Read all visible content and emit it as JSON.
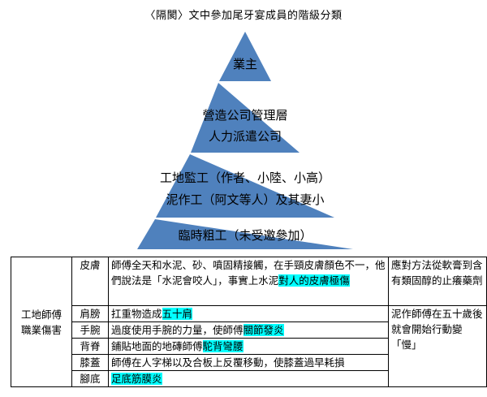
{
  "title": "〈隔閡〉文中參加尾牙宴成員的階級分類",
  "pyramid": {
    "fill_color": "#4f81bd",
    "levels": [
      {
        "lines": [
          "業主"
        ]
      },
      {
        "lines": [
          "營造公司管理層",
          "人力派遣公司"
        ]
      },
      {
        "lines": [
          "工地監工（作者、小陸、小高）",
          "泥作工（阿文等人）及其妻小"
        ]
      },
      {
        "lines": [
          "臨時粗工（未受邀參加）"
        ]
      }
    ]
  },
  "table": {
    "highlight_color": "#00ffff",
    "category": [
      "工地師傅",
      "職業傷害"
    ],
    "rows": [
      {
        "part": "皮膚",
        "desc_pre": "師傅全天和水泥、砂、噴固精接觸，在手頸皮膚顏色不一，他們說法是「水泥會咬人」，事實上水泥",
        "desc_hl": "對人的皮膚極傷",
        "desc_post": ""
      },
      {
        "part": "肩膀",
        "desc_pre": "扛重物造成",
        "desc_hl": "五十肩",
        "desc_post": ""
      },
      {
        "part": "手腕",
        "desc_pre": "過度使用手腕的力量，使師傅",
        "desc_hl": "關節發炎",
        "desc_post": ""
      },
      {
        "part": "背脊",
        "desc_pre": "鋪貼地面的地磚師傅",
        "desc_hl": "駝背彎腰",
        "desc_post": ""
      },
      {
        "part": "膝蓋",
        "desc_pre": "師傅在人字梯以及合板上反覆移動，使膝蓋過早耗損",
        "desc_hl": "",
        "desc_post": ""
      },
      {
        "part": "腳底",
        "desc_pre": "",
        "desc_hl": "足底筋膜炎",
        "desc_post": ""
      }
    ],
    "notes": [
      "應對方法從軟膏到含有類固醇的止癢藥劑",
      "泥作師傅在五十歲後就會開始行動變「慢」"
    ]
  }
}
